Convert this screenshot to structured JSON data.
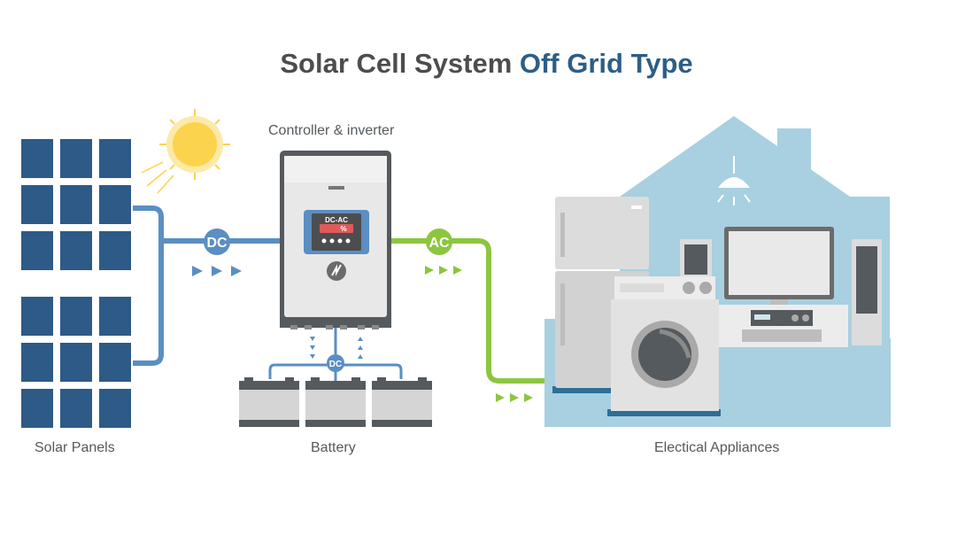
{
  "title": {
    "part1": "Solar Cell System ",
    "part2": "Off Grid Type"
  },
  "labels": {
    "controller": "Controller & inverter",
    "solar_panels": "Solar Panels",
    "battery": "Battery",
    "appliances": "Electical Appliances"
  },
  "badges": {
    "dc_main": "DC",
    "ac_main": "AC",
    "dc_battery": "DC"
  },
  "inverter_display": {
    "mode": "DC-AC",
    "percent": "%"
  },
  "colors": {
    "panel_blue": "#2d5a87",
    "dc_line": "#5b8ec2",
    "ac_line": "#8cc63f",
    "house": "#a8d0e0",
    "title_accent": "#2e5d87",
    "sun": "#fcd34d"
  }
}
